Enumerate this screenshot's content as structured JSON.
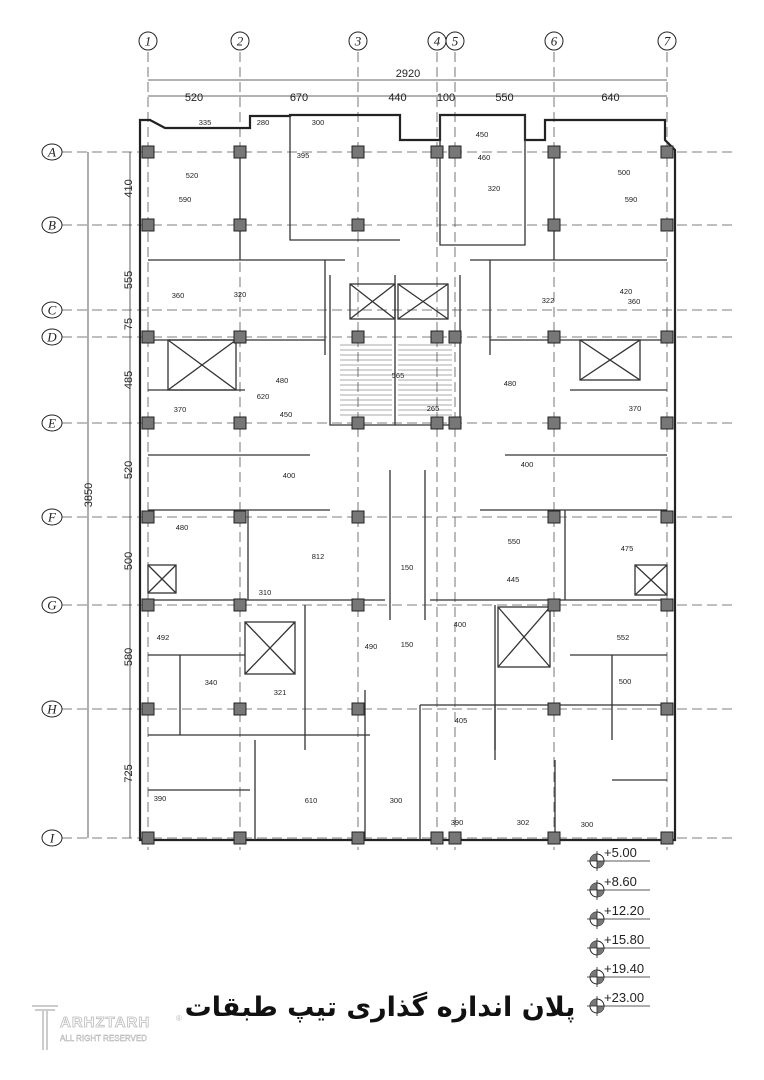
{
  "grid_columns": [
    "1",
    "2",
    "3",
    "4",
    "5",
    "6",
    "7"
  ],
  "grid_rows": [
    "A",
    "B",
    "C",
    "D",
    "E",
    "F",
    "G",
    "H",
    "I"
  ],
  "overall_width": "2920",
  "column_spacings": [
    "520",
    "670",
    "440",
    "100",
    "550",
    "640"
  ],
  "overall_height": "3850",
  "row_spacings": [
    "410",
    "555",
    "75",
    "485",
    "520",
    "500",
    "580",
    "725"
  ],
  "room_dimensions": [
    "335",
    "280",
    "300",
    "450",
    "520",
    "590",
    "395",
    "460",
    "500",
    "590",
    "320",
    "360",
    "320",
    "420",
    "360",
    "322",
    "480",
    "620",
    "450",
    "480",
    "370",
    "370",
    "400",
    "400",
    "480",
    "812",
    "550",
    "445",
    "475",
    "492",
    "310",
    "490",
    "400",
    "552",
    "500",
    "340",
    "321",
    "405",
    "610",
    "390",
    "300",
    "390",
    "302",
    "300",
    "150",
    "150",
    "265",
    "565"
  ],
  "levels": [
    "+5.00",
    "+8.60",
    "+12.20",
    "+15.80",
    "+19.40",
    "+23.00"
  ],
  "title": "پلان اندازه گذاری تیپ طبقات",
  "watermark": {
    "brand": "ARHZTARH",
    "tagline": "ALL RIGHT RESERVED",
    "mark": "®"
  }
}
